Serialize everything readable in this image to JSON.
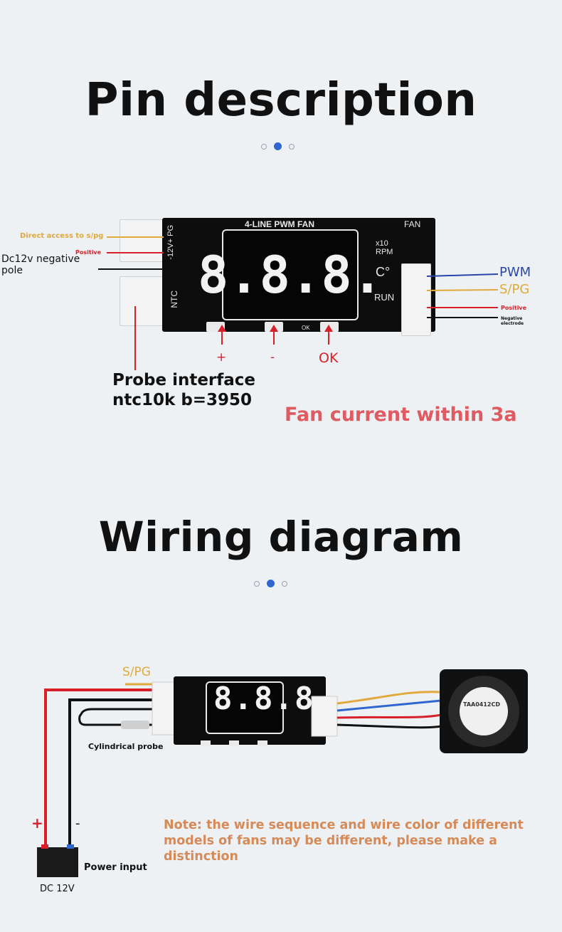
{
  "section1": {
    "title": "Pin description",
    "carousel": {
      "count": 3,
      "active": 1
    }
  },
  "pin_board": {
    "silk_top": "4-LINE PWM FAN",
    "silk_fan": "FAN",
    "silk_pins": "-12V+ PG",
    "silk_ntc": "NTC",
    "silk_x10": "x10",
    "silk_rpm": "RPM",
    "silk_c": "C°",
    "silk_run": "RUN",
    "silk_ok": "OK",
    "display": "8.8.8."
  },
  "pin_labels": {
    "direct_access": "Direct access to s/pg",
    "positive_left": "Positive",
    "dc12v_negative": "Dc12v negative pole",
    "pwm": "PWM",
    "spg": "S/PG",
    "positive_right": "Positive",
    "negative_right": "Negative electrode",
    "plus": "+",
    "minus": "-",
    "ok": "OK",
    "probe": "Probe interface ntc10k b=3950",
    "fan_current": "Fan current within 3a"
  },
  "section2": {
    "title": "Wiring diagram",
    "carousel": {
      "count": 3,
      "active": 1
    }
  },
  "wiring": {
    "spg": "S/PG",
    "probe": "Cylindrical probe",
    "plus": "+",
    "minus": "-",
    "power_input": "Power input",
    "dc12v": "DC 12V",
    "note": "Note: the wire sequence and wire color of different models of fans may be different, please make a distinction",
    "fan_label": "TAA0412CD"
  },
  "colors": {
    "accent_blue": "#2f66d0",
    "red": "#e05b61",
    "orange": "#d58a58",
    "gold": "#e0a93c",
    "wire_red": "#d8202a",
    "pwm_blue": "#2a46a8"
  }
}
